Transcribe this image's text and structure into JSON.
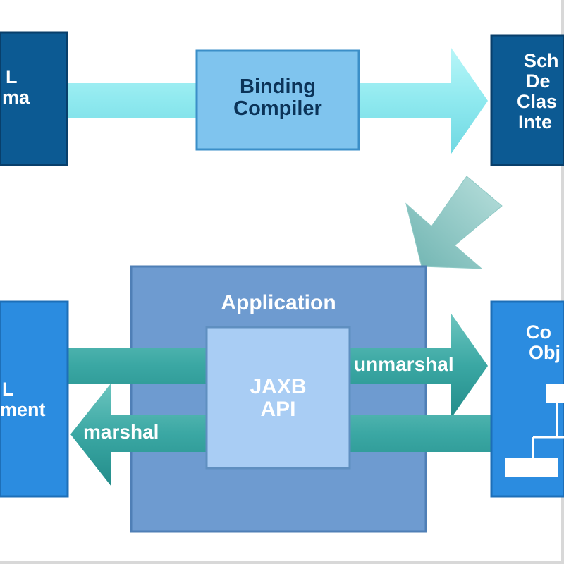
{
  "diagram": {
    "top_left_box": {
      "line1": "L",
      "line2": "ma"
    },
    "binding_compiler": {
      "line1": "Binding",
      "line2": "Compiler"
    },
    "top_right_box": {
      "lines": [
        "Sch",
        "De",
        "Clas",
        "Inte"
      ]
    },
    "application": {
      "label": "Application"
    },
    "jaxb_api": {
      "line1": "JAXB",
      "line2": "API"
    },
    "bottom_left_box": {
      "line1": "L",
      "line2": "ment"
    },
    "bottom_right_box": {
      "line1": "Co",
      "line2": "Obj"
    },
    "arrows": {
      "unmarshal": "unmarshal",
      "marshal": "marshal"
    }
  },
  "colors": {
    "dark_box": "#0c5a93",
    "light_box": "#7fc4ee",
    "app_box": "#6e9bd0",
    "jaxb_box": "#a9cdf4",
    "blue_box": "#2b8ce0",
    "cyan_arrow": "#8fe9ef",
    "teal_arrow": "#3aa7a3"
  }
}
